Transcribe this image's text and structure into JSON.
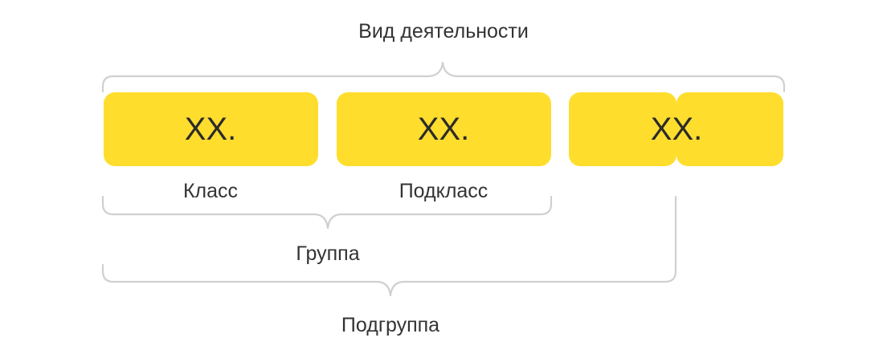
{
  "title": "Вид деятельности",
  "segments": [
    {
      "code": "XX.",
      "label": "Класс"
    },
    {
      "code": "XX.",
      "label": "Подкласс"
    },
    {
      "code": "XX.",
      "label": ""
    }
  ],
  "group_label": "Группа",
  "subgroup_label": "Подгруппа",
  "colors": {
    "box_fill": "#FFDD2D",
    "bracket": "#D0D0D0",
    "text": "#333333"
  }
}
